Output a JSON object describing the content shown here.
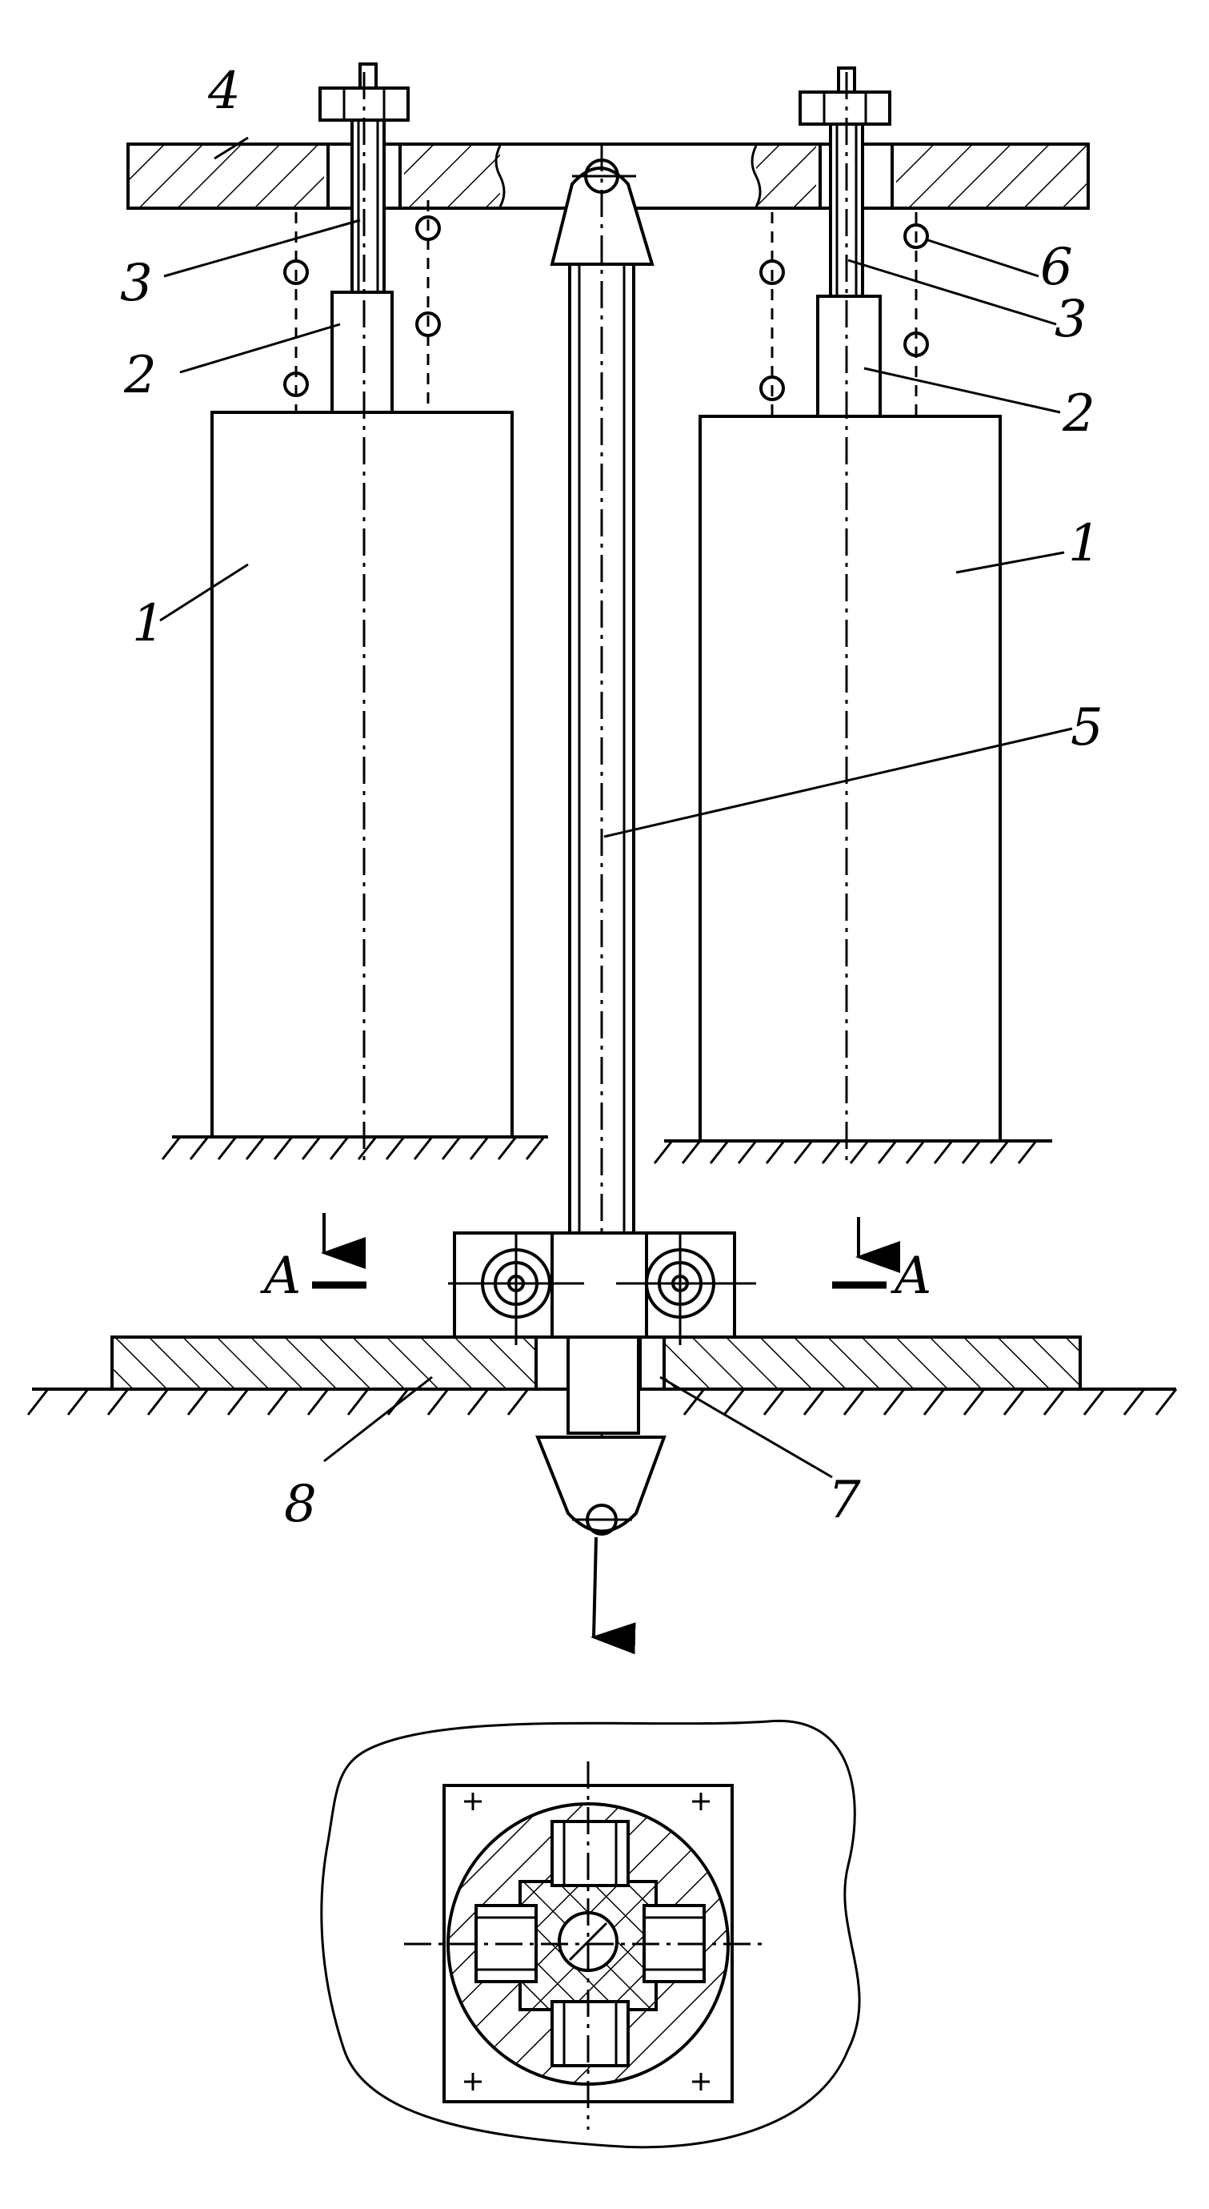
{
  "labels": {
    "part1_left": "1",
    "part1_right": "1",
    "part2_left": "2",
    "part2_right": "2",
    "part3_left": "3",
    "part3_right": "3",
    "part4": "4",
    "part5": "5",
    "part6": "6",
    "part7": "7",
    "part8": "8",
    "section_left": "A",
    "section_right": "A"
  }
}
